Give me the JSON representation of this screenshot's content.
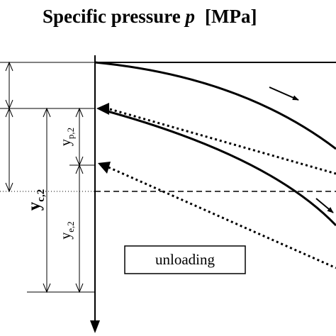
{
  "title": {
    "prefix": "Specific pressure ",
    "symbol": "p",
    "unit": "[MPa]"
  },
  "dimensions": {
    "y_c2": {
      "main": "y",
      "sub": "c,2"
    },
    "y_p2": {
      "main": "y",
      "sub": "p,2"
    },
    "y_e2": {
      "main": "y",
      "sub": "e,2"
    }
  },
  "legend": {
    "unloading_label": "unloading"
  }
}
